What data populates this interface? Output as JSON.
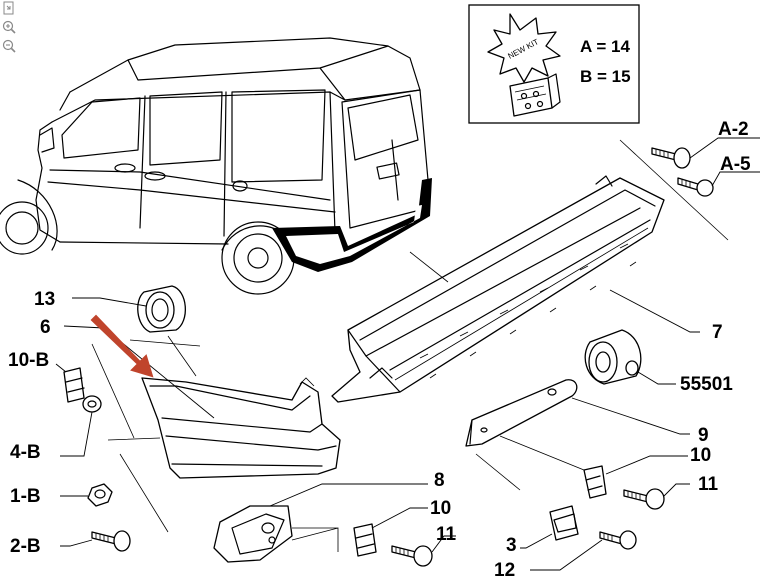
{
  "viewer": {
    "tools": [
      {
        "name": "fit-page-icon"
      },
      {
        "name": "zoom-in-icon"
      },
      {
        "name": "zoom-out-icon"
      }
    ]
  },
  "kit_box": {
    "badge_text": "NEW KIT",
    "line_a": "A = 14",
    "line_b": "B = 15"
  },
  "callouts": {
    "a2": "A-2",
    "a5": "A-5",
    "c7": "7",
    "c55501": "55501",
    "c9": "9",
    "c10_right": "10",
    "c11_right": "11",
    "c3": "3",
    "c12": "12",
    "c13": "13",
    "c6": "6",
    "c10b": "10-B",
    "c4b": "4-B",
    "c1b": "1-B",
    "c2b": "2-B",
    "c8": "8",
    "c10_mid": "10",
    "c11_mid": "11"
  },
  "colors": {
    "arrow": "#c0442c",
    "line": "#000000",
    "highlight": "#000000"
  }
}
